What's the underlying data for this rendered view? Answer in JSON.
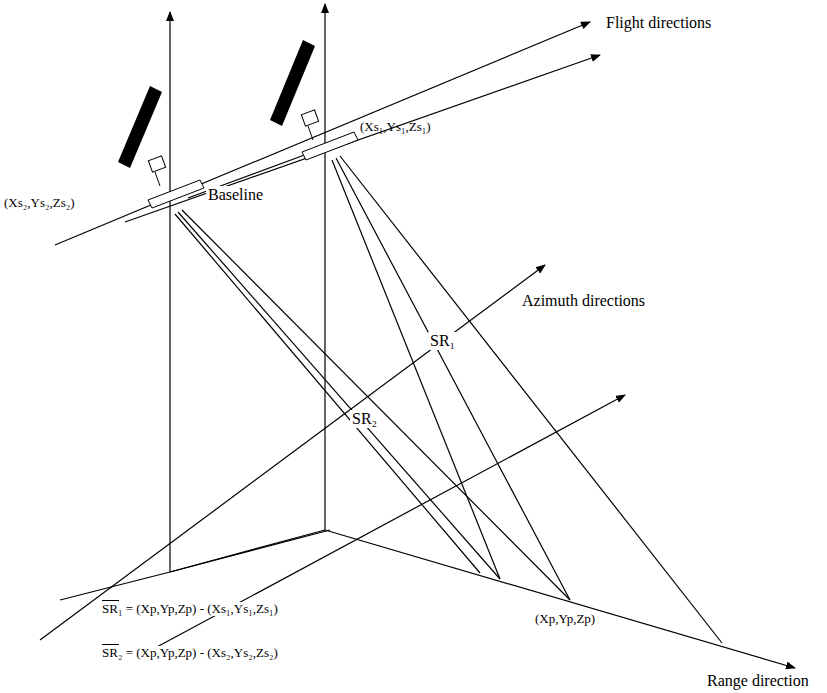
{
  "diagram": {
    "labels": [
      "Flight directions",
      "(Xs₂,Ys₂,Zs₂)",
      "(Xs₁,Ys₁,Zs₁)",
      "Baseline",
      "Azimuth directions",
      "SR₁",
      "SR₂",
      "(Xp,Yp,Zp)",
      "Range direction",
      "SR₁ = (Xp,Yp,Zp) - (Xs₁,Ys₁,Zs₁)",
      "SR₂ = (Xp,Yp,Zp) - (Xs₂,Ys₂,Zs₂)"
    ]
  }
}
